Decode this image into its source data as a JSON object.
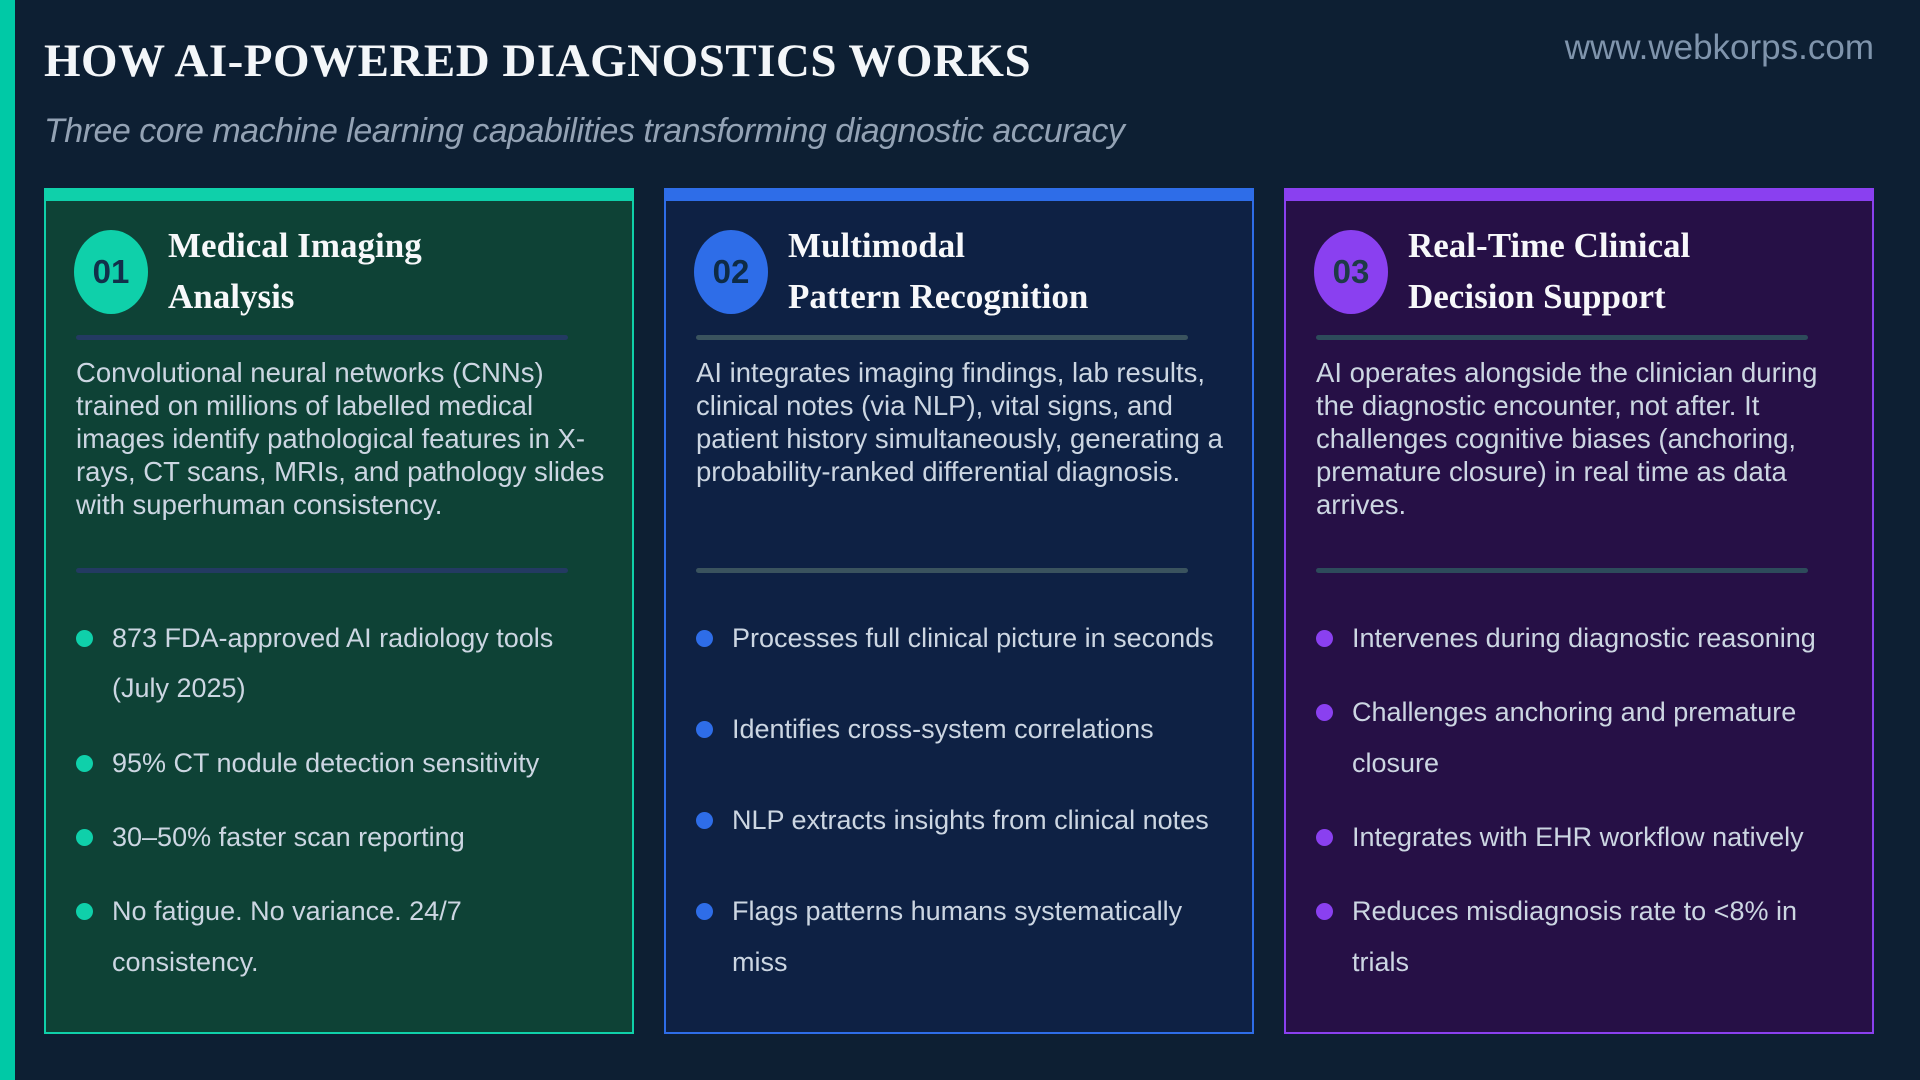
{
  "header": {
    "title": "HOW AI-POWERED DIAGNOSTICS WORKS",
    "subtitle": "Three core machine learning capabilities transforming diagnostic accuracy",
    "website": "www.webkorps.com"
  },
  "colors": {
    "page_background": "#0d1f33",
    "side_stripe": "#00c9a6",
    "title_text": "#f3f6f9",
    "subtitle_text": "#93a2b4",
    "website_text": "#7f94ac",
    "body_text": "#ccd6e2"
  },
  "cards": [
    {
      "number": "01",
      "title_lines": [
        "Medical Imaging",
        "Analysis"
      ],
      "accent_color": "#0fd0aa",
      "background_color": "#0e4236",
      "divider_color": "#233a62",
      "number_text_color": "#11304a",
      "description": "Convolutional neural networks (CNNs) trained on millions of labelled medical images identify pathological features in X-rays, CT scans, MRIs, and pathology slides with superhuman consistency.",
      "bullets": [
        "873 FDA-approved AI radiology tools (July 2025)",
        "95% CT nodule detection sensitivity",
        "30–50% faster scan reporting",
        "No fatigue. No variance. 24/7 consistency."
      ]
    },
    {
      "number": "02",
      "title_lines": [
        "Multimodal",
        "Pattern Recognition"
      ],
      "accent_color": "#2e6de8",
      "background_color": "#0e2144",
      "divider_color": "#3a535e",
      "number_text_color": "#0e2b46",
      "description": "AI integrates imaging findings, lab results, clinical notes (via NLP), vital signs, and patient history simultaneously, generating a probability-ranked differential diagnosis.",
      "bullets": [
        "Processes full clinical picture in seconds",
        "Identifies cross-system correlations",
        "NLP extracts insights from clinical notes",
        "Flags patterns humans systematically miss"
      ]
    },
    {
      "number": "03",
      "title_lines": [
        "Real-Time Clinical",
        "Decision Support"
      ],
      "accent_color": "#8a40f0",
      "background_color": "#261046",
      "divider_color": "#2d4b5b",
      "number_text_color": "#1e3a48",
      "description": "AI operates alongside the clinician during the diagnostic encounter, not after. It challenges cognitive biases (anchoring, premature closure) in real time as data arrives.",
      "bullets": [
        "Intervenes during diagnostic reasoning",
        "Challenges anchoring and premature closure",
        "Integrates with EHR workflow natively",
        "Reduces misdiagnosis rate to <8% in trials"
      ]
    }
  ]
}
